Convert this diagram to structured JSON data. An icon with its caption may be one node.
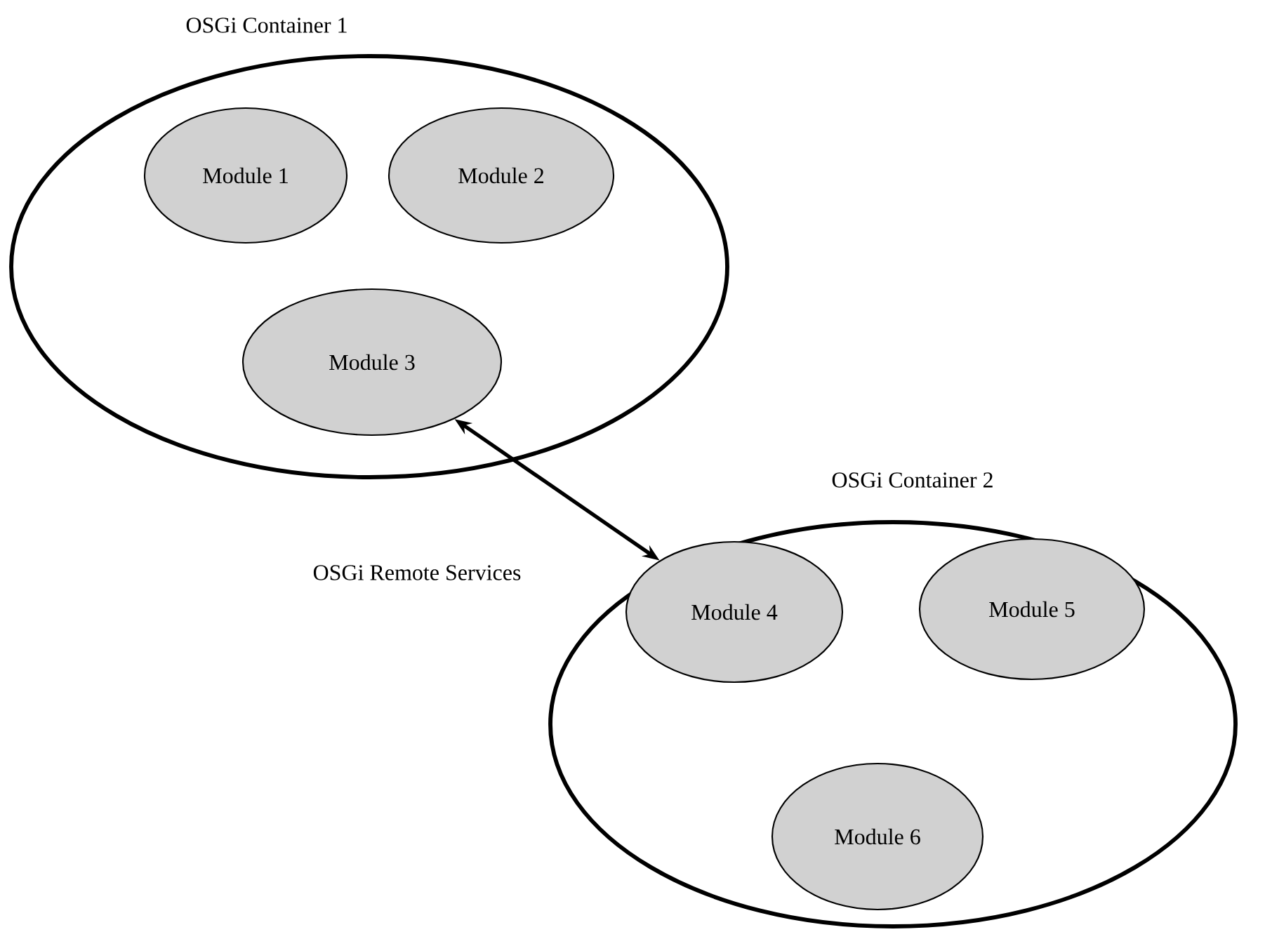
{
  "diagram": {
    "nodes": [
      {
        "text": [
          "OSGi Container 1"
        ]
      },
      {
        "text": [
          "Module 1"
        ],
        "in": 0
      },
      {
        "text": [
          "Module 2"
        ],
        "in": 0
      },
      {
        "text": [
          "Module 3"
        ],
        "in": 0
      },
      {
        "text": [
          "OSGi Container 2"
        ]
      },
      {
        "text": [
          "Module 4"
        ],
        "in": 4
      },
      {
        "text": [
          "Module 5"
        ],
        "in": 4
      },
      {
        "text": [
          "Module 6"
        ],
        "in": 4
      }
    ],
    "edges": [
      {
        "from": 3,
        "to": 5,
        "arrow": "both",
        "label": "OSGi Remote Services"
      }
    ]
  }
}
